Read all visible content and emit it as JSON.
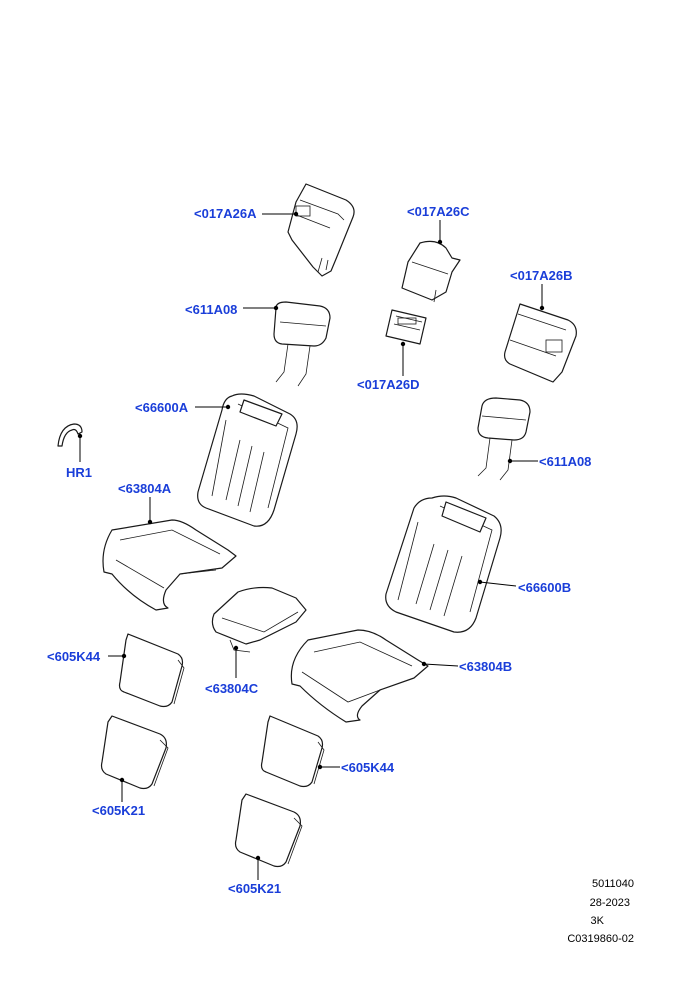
{
  "link_color": "#1a3ed9",
  "callouts": {
    "c017A26A": "<017A26A",
    "c017A26C": "<017A26C",
    "c017A26B": "<017A26B",
    "c611A08_l": "<611A08",
    "c017A26D": "<017A26D",
    "c66600A": "<66600A",
    "cHR1": "HR1",
    "c611A08_r": "<611A08",
    "c63804A": "<63804A",
    "c66600B": "<66600B",
    "c605K44_l": "<605K44",
    "c63804C": "<63804C",
    "c63804B": "<63804B",
    "c605K44_r": "<605K44",
    "c605K21_l": "<605K21",
    "c605K21_r": "<605K21"
  },
  "footer": {
    "line1": "5011040",
    "line2": "28-2023",
    "line3": "3K",
    "line4": "C0319860-02"
  }
}
